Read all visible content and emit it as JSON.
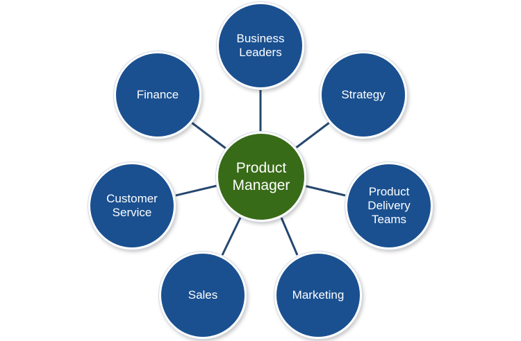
{
  "diagram": {
    "center": {
      "label": "Product\nManager",
      "color": "#386b18"
    },
    "node_color": "#1a5090",
    "link_color": "#26476e",
    "nodes": [
      {
        "id": "business-leaders",
        "label": "Business\nLeaders"
      },
      {
        "id": "strategy",
        "label": "Strategy"
      },
      {
        "id": "product-delivery-teams",
        "label": "Product\nDelivery\nTeams"
      },
      {
        "id": "marketing",
        "label": "Marketing"
      },
      {
        "id": "sales",
        "label": "Sales"
      },
      {
        "id": "customer-service",
        "label": "Customer\nService"
      },
      {
        "id": "finance",
        "label": "Finance"
      }
    ]
  }
}
